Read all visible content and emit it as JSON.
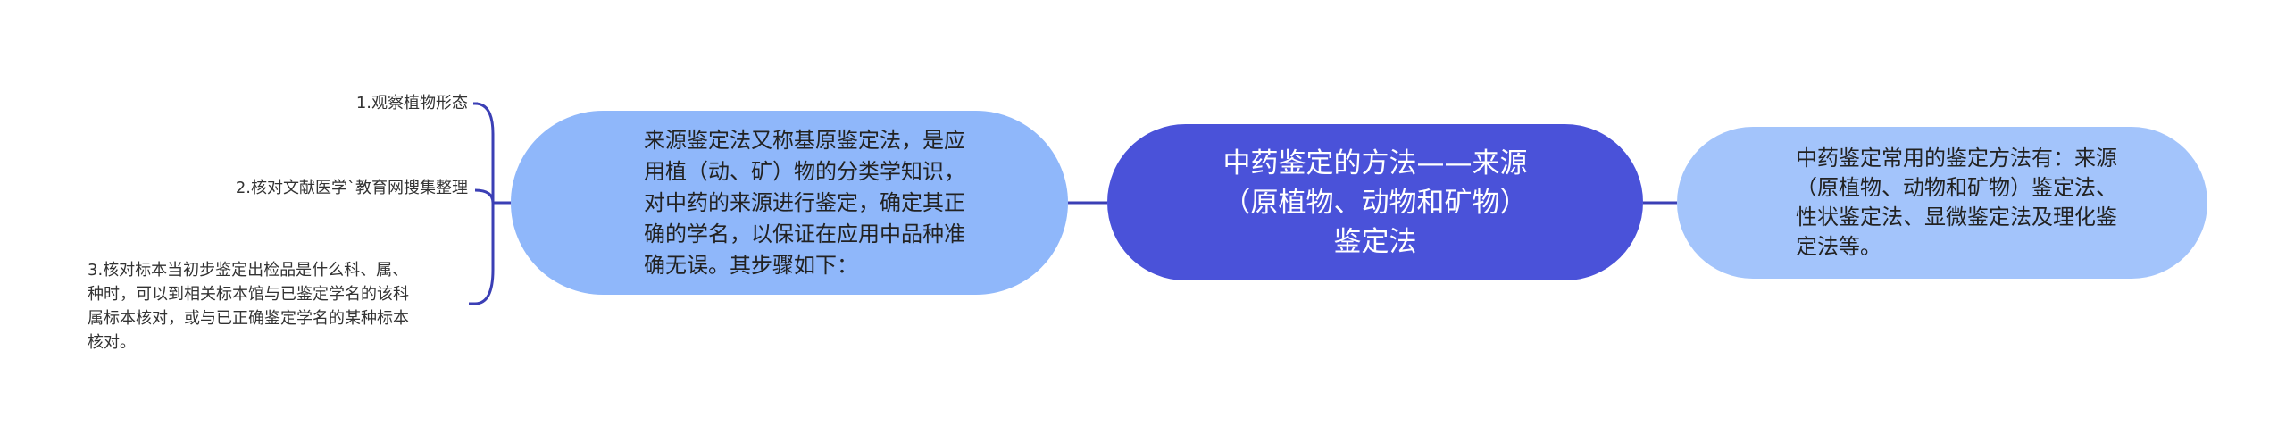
{
  "mindmap": {
    "central": "中药鉴定的方法——来源\n（原植物、动物和矿物）\n鉴定法",
    "right_node": "中药鉴定常用的鉴定方法有：来源\n（原植物、动物和矿物）鉴定法、\n性状鉴定法、显微鉴定法及理化鉴\n定法等。",
    "left_node": "来源鉴定法又称基原鉴定法，是应\n用植（动、矿）物的分类学知识，\n对中药的来源进行鉴定，确定其正\n确的学名，以保证在应用中品种准\n确无误。其步骤如下：",
    "leaves": [
      "1.观察植物形态",
      "2.核对文献医学`教育网搜集整理",
      "3.核对标本当初步鉴定出检品是什么科、属、\n种时，可以到相关标本馆与已鉴定学名的该科\n属标本核对，或与已正确鉴定学名的某种标本\n核对。"
    ]
  },
  "colors": {
    "central_fill": "#4a52d9",
    "left_fill": "#8fb7fa",
    "right_fill": "#a3c4fb",
    "connector": "#3b3fb5"
  }
}
